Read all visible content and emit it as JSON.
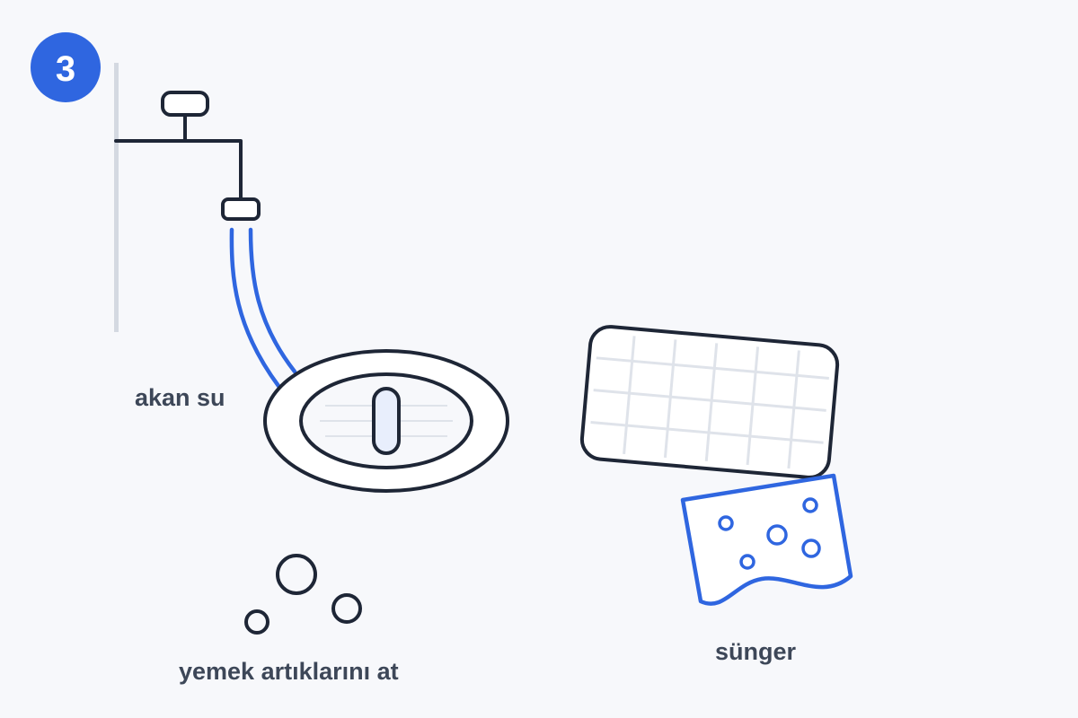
{
  "step": {
    "number": "3",
    "color": "#2f66e0"
  },
  "labels": {
    "water": "akan su",
    "scraps": "yemek artıklarını at",
    "sponge": "sünger"
  },
  "colors": {
    "outline": "#1e2636",
    "accent": "#2f66e0",
    "grid": "#dfe3ea",
    "background": "#f7f8fb"
  }
}
